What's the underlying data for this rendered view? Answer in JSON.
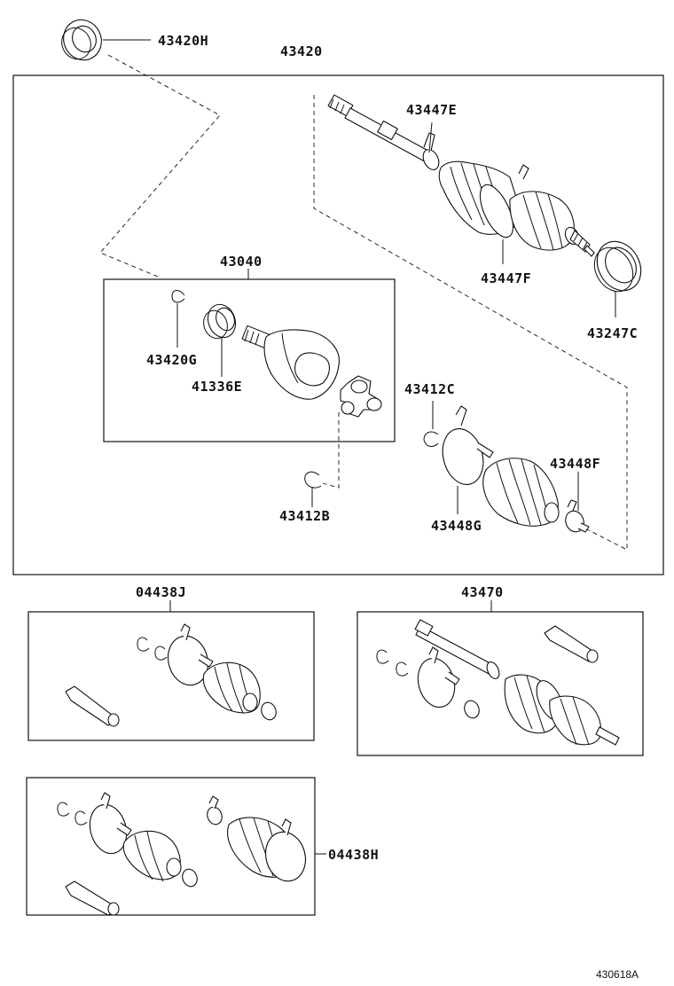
{
  "labels": {
    "l_43420H": "43420H",
    "l_43420": "43420",
    "l_43447E": "43447E",
    "l_43447F": "43447F",
    "l_43247C": "43247C",
    "l_43040": "43040",
    "l_43420G": "43420G",
    "l_41336E": "41336E",
    "l_43412C": "43412C",
    "l_43448F": "43448F",
    "l_43448G": "43448G",
    "l_43412B": "43412B",
    "l_04438J": "04438J",
    "l_43470": "43470",
    "l_04438H": "04438H"
  },
  "diagram_ref": "430618A"
}
